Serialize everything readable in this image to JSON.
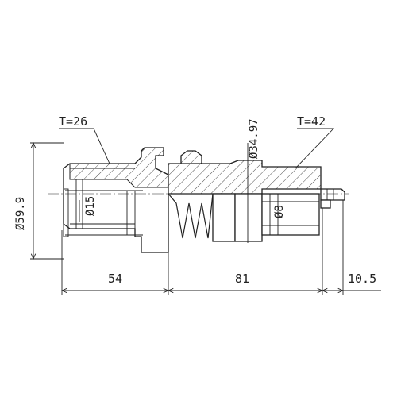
{
  "labels": {
    "spline_left": "T=26",
    "spline_right": "T=42",
    "outer_diameter": "Ø59.9",
    "inner_bore_left": "Ø15",
    "shaft_diameter": "Ø34.97",
    "pin_diameter": "Ø8",
    "length_left": "54",
    "length_middle": "81",
    "length_right": "10.5"
  }
}
